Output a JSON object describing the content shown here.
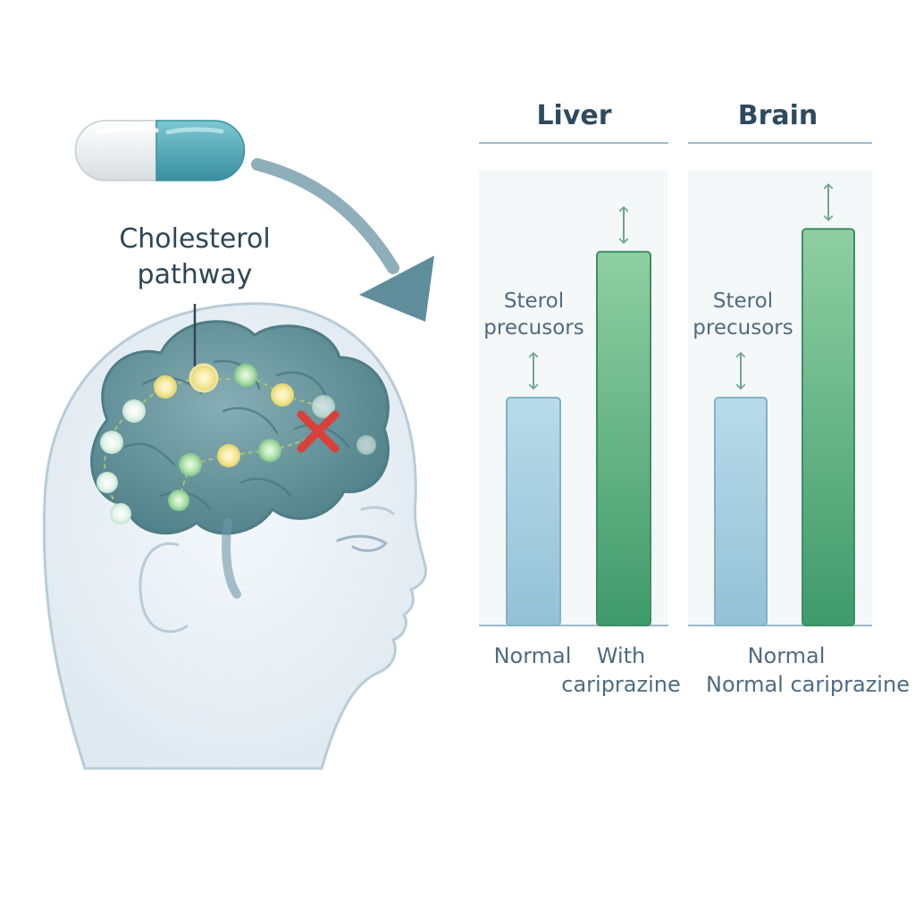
{
  "pathway_label": {
    "line1": "Cholesterol",
    "line2": "pathway"
  },
  "panels": [
    {
      "title": "Liver",
      "annotation": {
        "line1": "Sterol",
        "line2": "precusors"
      },
      "categories": [
        {
          "line1": "Normal",
          "line2": ""
        },
        {
          "line1": "With",
          "line2": "cariprazine"
        }
      ],
      "values": [
        0.5,
        0.82
      ]
    },
    {
      "title": "Brain",
      "annotation": {
        "line1": "Sterol",
        "line2": "precusors"
      },
      "categories": [
        {
          "line1": "Normal",
          "line2": ""
        },
        {
          "line1": "",
          "line2": "Normal cariprazine"
        }
      ],
      "values": [
        0.5,
        0.87
      ]
    }
  ],
  "colors": {
    "normal_bar": "#a9cfe0",
    "treated_bar": "#5fae80",
    "brain": "#5f8f98",
    "head_outline": "#b8ccd8",
    "arrow": "#6f97a6",
    "block_x": "#d9403a",
    "capsule_teal": "#4aa3b2"
  },
  "icons": [
    "capsule-icon",
    "curved-arrow-icon",
    "brain-icon",
    "block-x-icon",
    "double-arrow-icon"
  ]
}
